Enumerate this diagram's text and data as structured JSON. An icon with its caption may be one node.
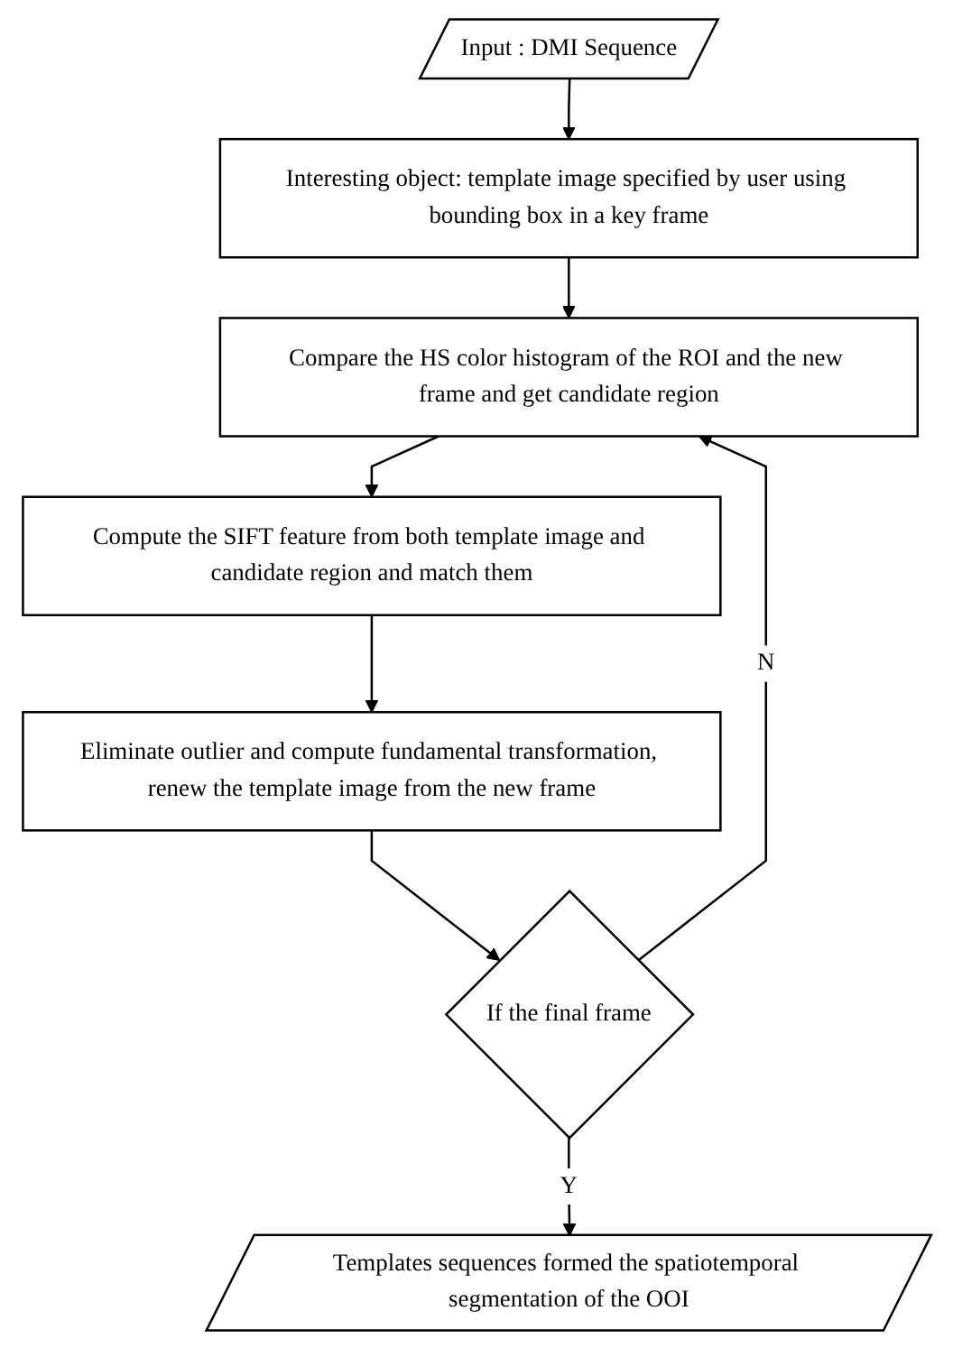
{
  "diagram": {
    "nodes": [
      {
        "text": [
          "Input : DMI Sequence"
        ]
      },
      {
        "text": [
          "Interesting object: template image specified by user using bounding box in a key frame"
        ]
      },
      {
        "text": [
          "Compare the HS color histogram of the ROI and the new frame and get candidate region"
        ]
      },
      {
        "text": [
          "Compute the SIFT feature from both template image and candidate region and match them"
        ]
      },
      {
        "text": [
          "Eliminate outlier and compute fundamental transformation, renew the template image from the new frame"
        ]
      },
      {
        "text": [
          "If the final frame"
        ]
      },
      {
        "text": [
          "Templates sequences formed the spatiotemporal segmentation of the OOI"
        ]
      }
    ],
    "edges": [
      {
        "from": 0,
        "to": 1,
        "arrow": "to"
      },
      {
        "from": 1,
        "to": 2,
        "arrow": "to"
      },
      {
        "from": 2,
        "to": 3,
        "arrow": "to"
      },
      {
        "from": 3,
        "to": 4,
        "arrow": "to"
      },
      {
        "from": 4,
        "to": 5,
        "arrow": "to"
      },
      {
        "from": 5,
        "to": 2,
        "arrow": "to",
        "label": "N"
      },
      {
        "from": 5,
        "to": 6,
        "arrow": "to",
        "label": "Y"
      }
    ]
  }
}
